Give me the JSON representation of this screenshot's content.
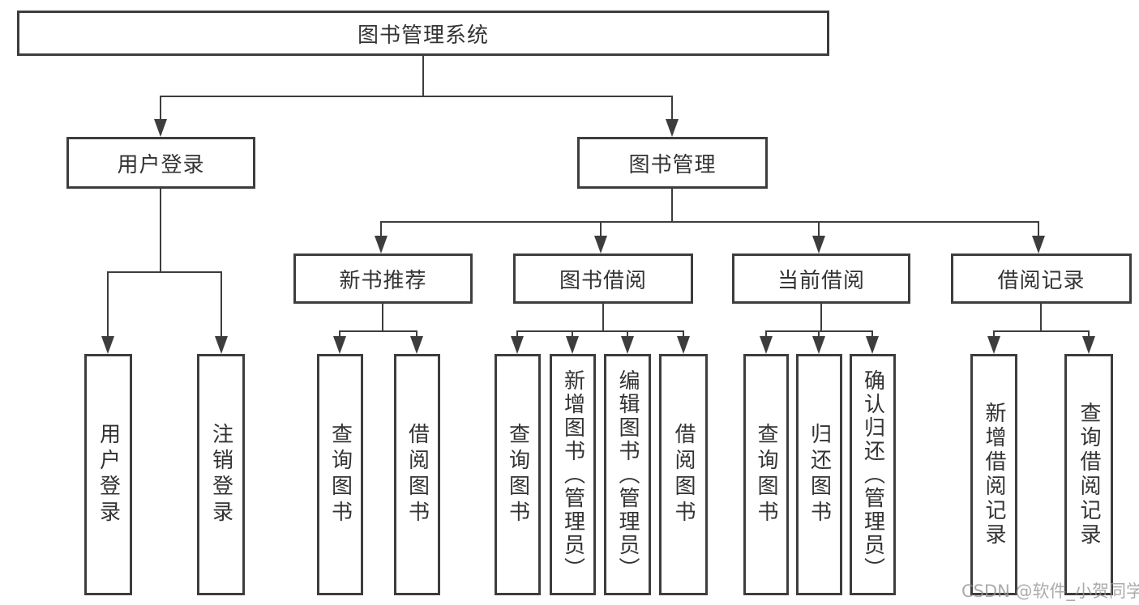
{
  "diagram_title": "图书管理系统",
  "nodes": {
    "root": "图书管理系统",
    "user_login": "用户登录",
    "book_mgmt": "图书管理",
    "new_rec": "新书推荐",
    "book_borrow": "图书借阅",
    "current_borrow": "当前借阅",
    "borrow_record": "借阅记录",
    "leaf_user_login": "用户登录",
    "leaf_logout": "注销登录",
    "leaf_query_book_1": "查询图书",
    "leaf_borrow_book_1": "借阅图书",
    "leaf_query_book_2": "查询图书",
    "leaf_add_book": "新增图书（管理员）",
    "leaf_edit_book": "编辑图书（管理员）",
    "leaf_borrow_book_2": "借阅图书",
    "leaf_query_book_3": "查询图书",
    "leaf_return_book": "归还图书",
    "leaf_confirm_return": "确认归还（管理员）",
    "leaf_add_record": "新增借阅记录",
    "leaf_query_record": "查询借阅记录"
  },
  "watermark": "CSDN @软件_小贺同学",
  "colors": {
    "line": "#3d3d3d",
    "text": "#333333",
    "watermark": "#969696"
  }
}
